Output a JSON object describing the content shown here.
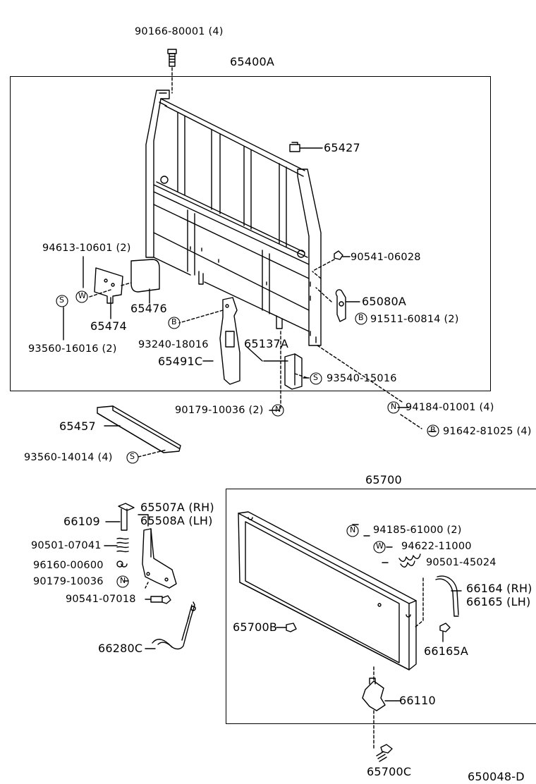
{
  "labels": {
    "p90166": "90166-80001 (4)",
    "p65400A": "65400A",
    "p65427": "65427",
    "p94613": "94613-10601 (2)",
    "p90541a": "90541-06028",
    "p65080A": "65080A",
    "p91511": "91511-60814 (2)",
    "p65476": "65476",
    "p65474": "65474",
    "p93240": "93240-18016",
    "p93560a": "93560-16016 (2)",
    "p65137A": "65137A",
    "p65491C": "65491C",
    "p93540": "93540-15016",
    "p90179a": "90179-10036 (2)",
    "p94184": "94184-01001 (4)",
    "p91642": "91642-81025 (4)",
    "p65457": "65457",
    "p93560b": "93560-14014 (4)",
    "p65700": "65700",
    "p66109": "66109",
    "p65507A": "65507A (RH)",
    "p65508A": "65508A (LH)",
    "p90501a": "90501-07041",
    "p96160": "96160-00600",
    "p90179b": "90179-10036",
    "p90541b": "90541-07018",
    "p66280C": "66280C",
    "p94185": "94185-61000 (2)",
    "p94622": "94622-11000",
    "p90501b": "90501-45024",
    "p66164": "66164 (RH)",
    "p66165": "66165 (LH)",
    "p65700B": "65700B",
    "p66165A": "66165A",
    "p66110": "66110",
    "p65700C": "65700C",
    "diagram_code": "650048-D"
  },
  "symbols": {
    "S": "S",
    "W": "W",
    "B": "B",
    "N": "N"
  }
}
